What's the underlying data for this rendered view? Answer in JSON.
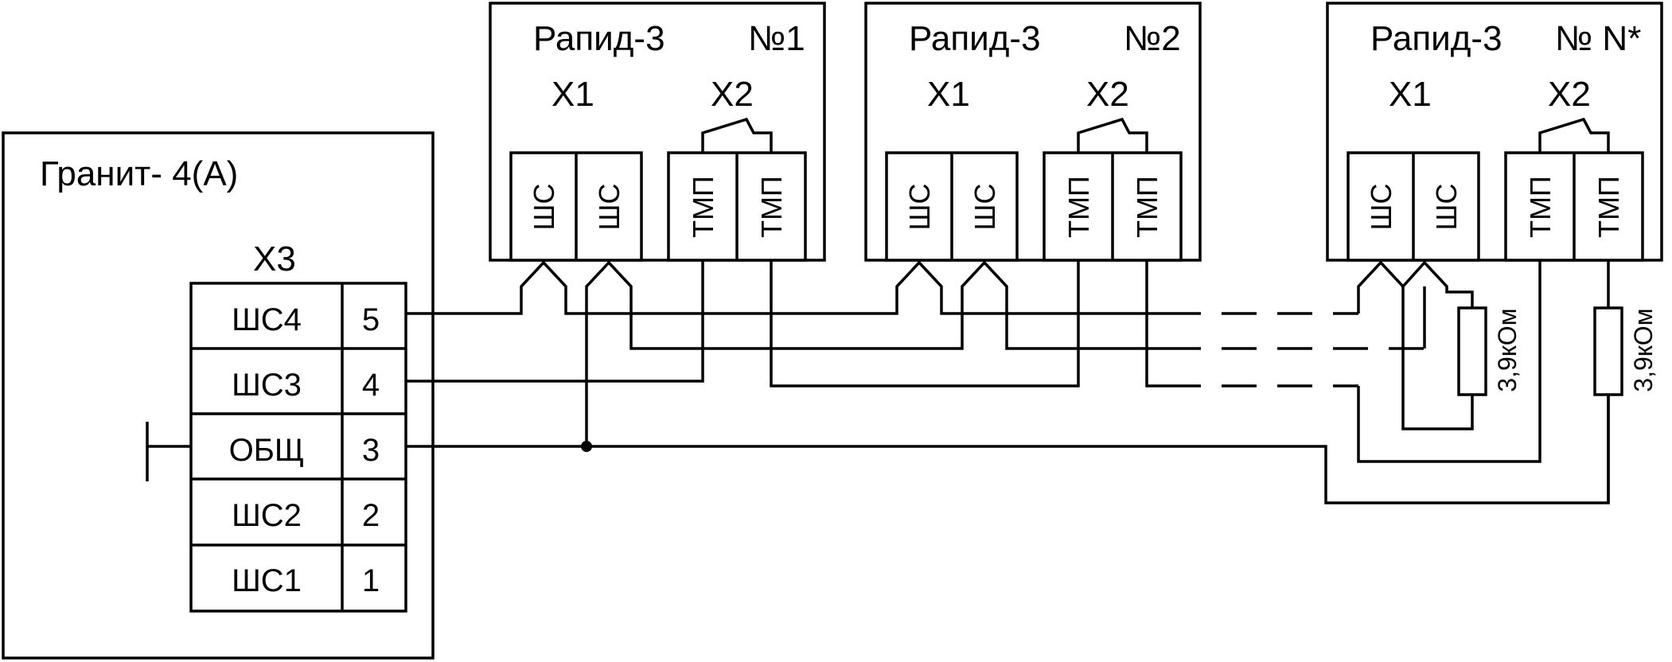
{
  "controller": {
    "title": "Гранит- 4(А)",
    "connector": "X3",
    "terminals": [
      {
        "name": "ШС4",
        "num": "5"
      },
      {
        "name": "ШС3",
        "num": "4"
      },
      {
        "name": "ОБЩ",
        "num": "3"
      },
      {
        "name": "ШС2",
        "num": "2"
      },
      {
        "name": "ШС1",
        "num": "1"
      }
    ]
  },
  "detectors": [
    {
      "model": "Рапид-3",
      "number": "№1",
      "x1": "X1",
      "x2": "X2",
      "t1": "ШС",
      "t2": "ШС",
      "t3": "ТМП",
      "t4": "ТМП"
    },
    {
      "model": "Рапид-3",
      "number": "№2",
      "x1": "X1",
      "x2": "X2",
      "t1": "ШС",
      "t2": "ШС",
      "t3": "ТМП",
      "t4": "ТМП"
    },
    {
      "model": "Рапид-3",
      "number": "№ N*",
      "x1": "X1",
      "x2": "X2",
      "t1": "ШС",
      "t2": "ШС",
      "t3": "ТМП",
      "t4": "ТМП"
    }
  ],
  "resistors": [
    {
      "value": "3,9кОм"
    },
    {
      "value": "3,9кОм"
    }
  ]
}
